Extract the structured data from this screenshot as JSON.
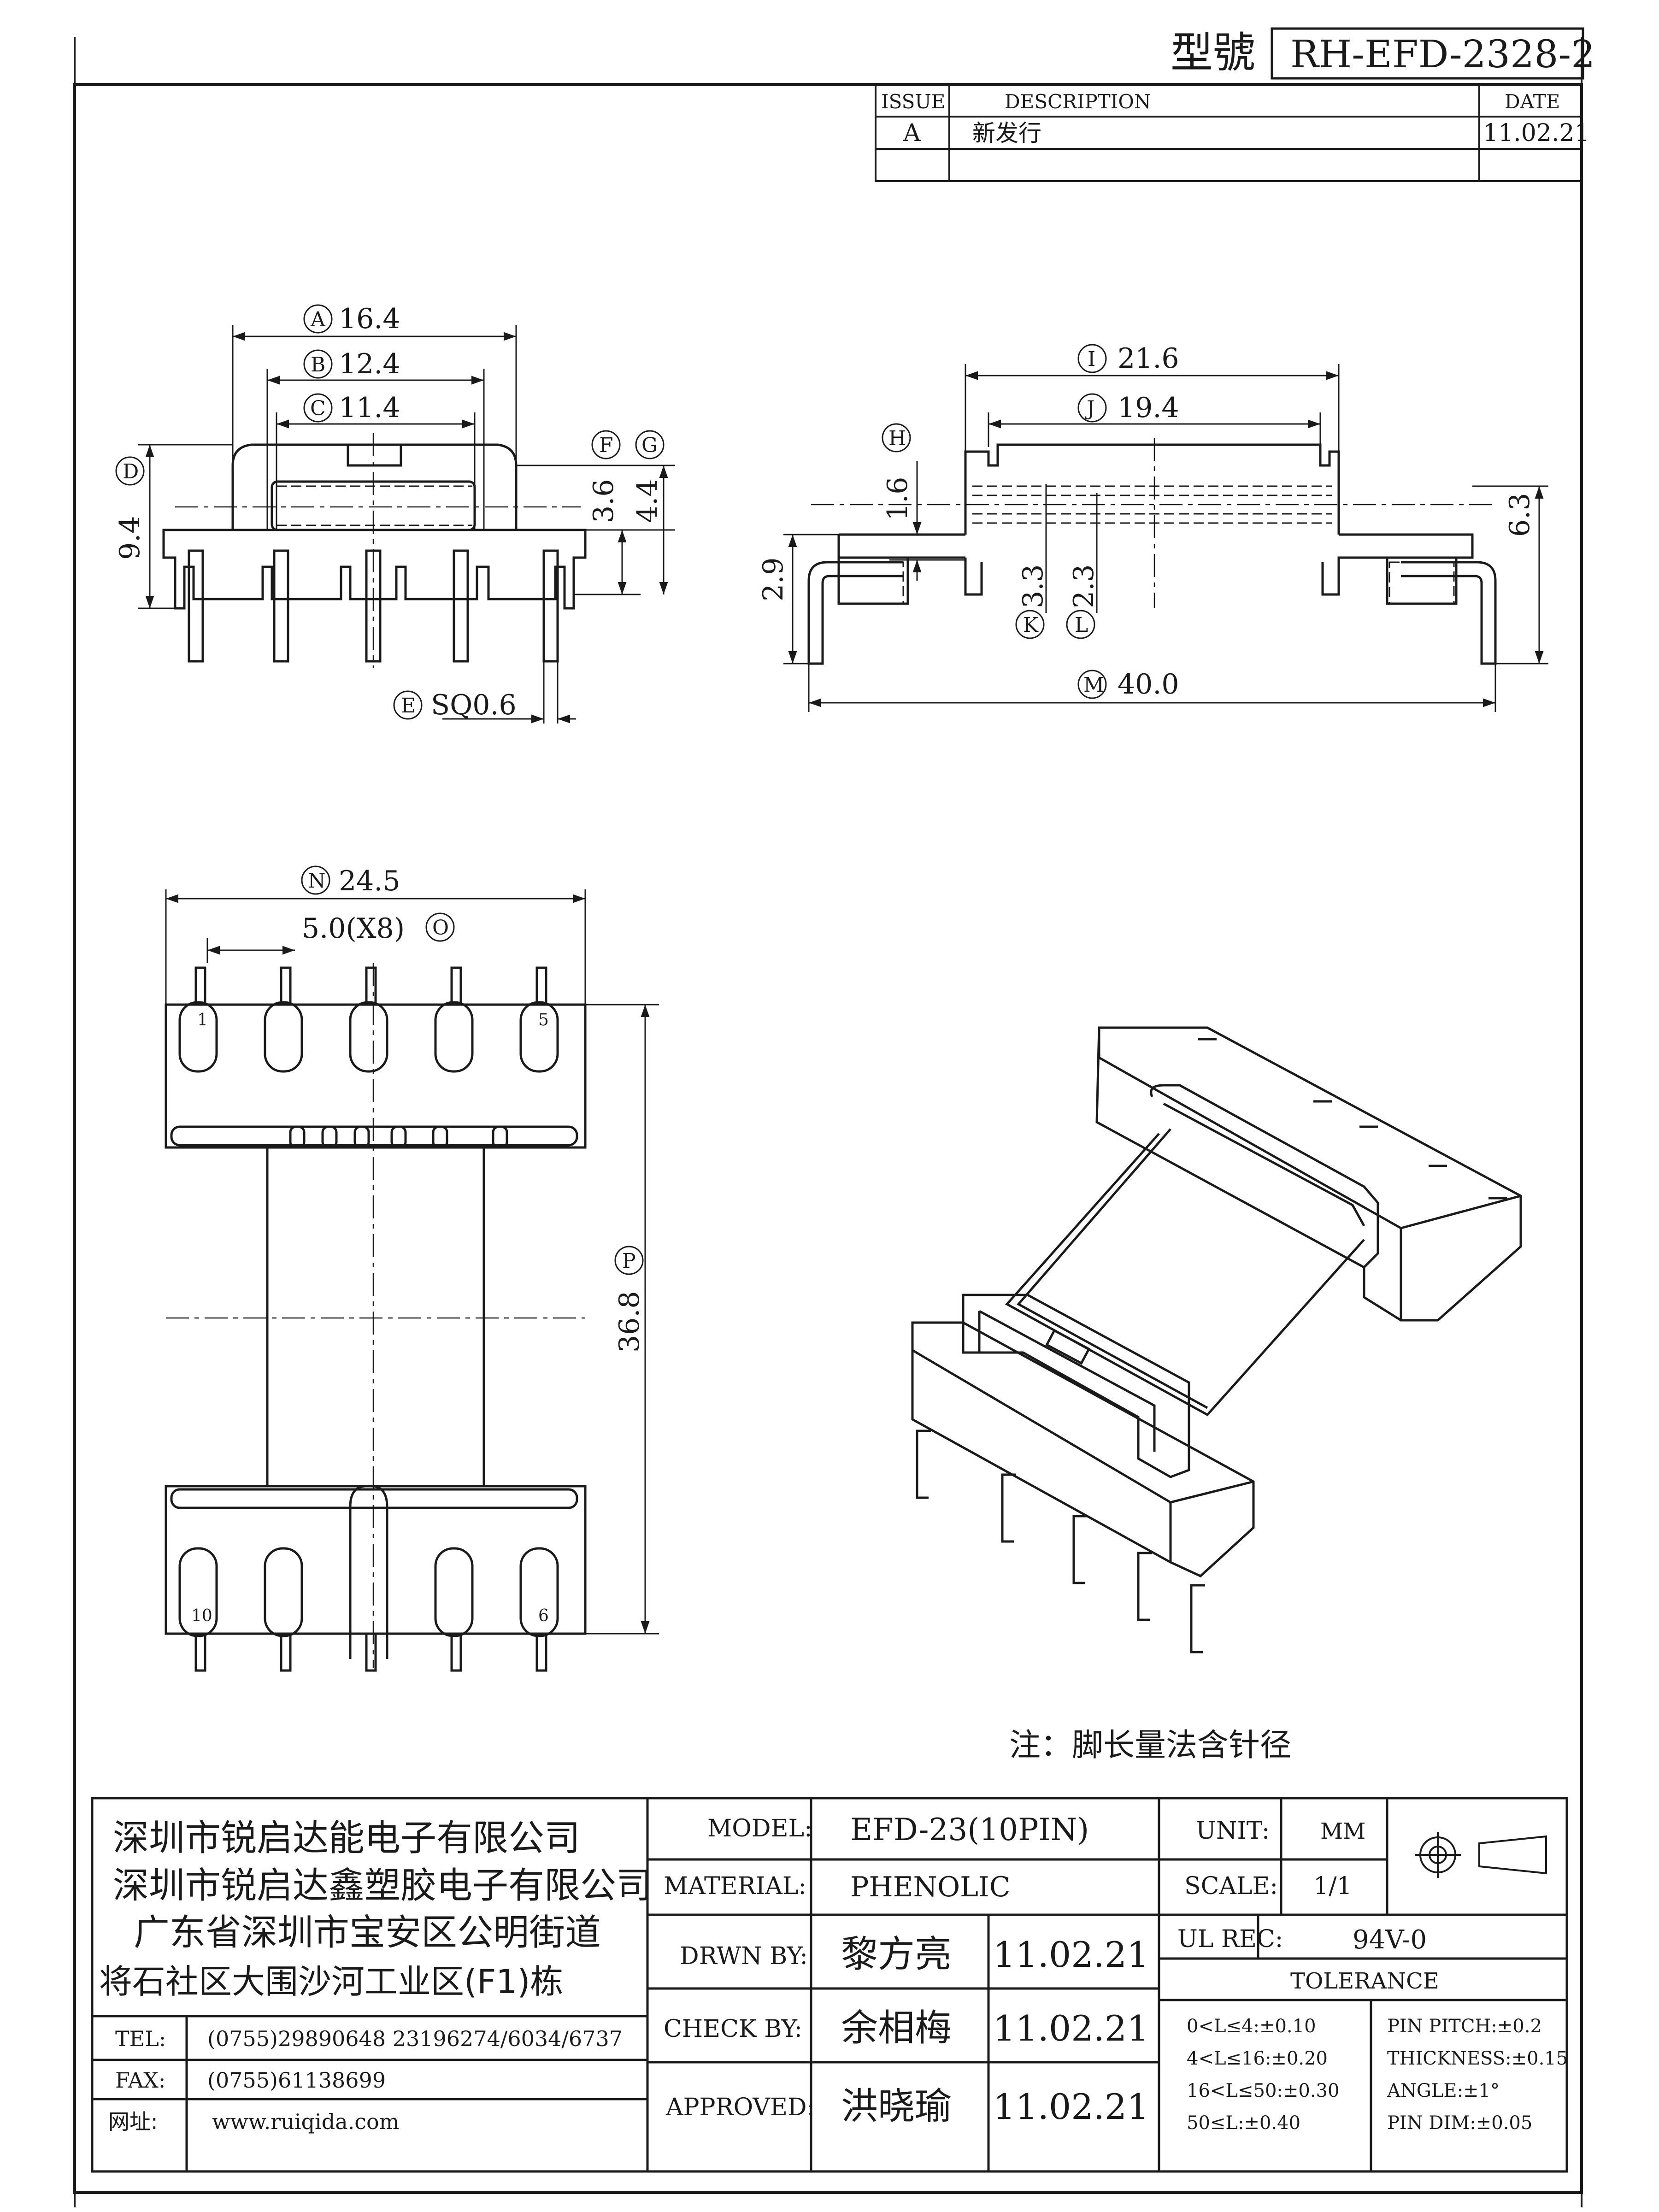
{
  "header": {
    "model_label": "型號",
    "model_code": "RH-EFD-2328-2"
  },
  "revision": {
    "col_issue": "ISSUE",
    "col_description": "DESCRIPTION",
    "col_date": "DATE",
    "rows": [
      {
        "issue": "A",
        "description": "新发行",
        "date": "11.02.21"
      }
    ]
  },
  "dims": {
    "A": "16.4",
    "B": "12.4",
    "C": "11.4",
    "D": "9.4",
    "E": "SQ0.6",
    "F": "3.6",
    "G": "4.4",
    "H": "1.6",
    "I": "21.6",
    "J": "19.4",
    "K": "3.3",
    "L": "2.3",
    "M": "40.0",
    "N": "24.5",
    "O": "5.0(X8)",
    "P": "36.8",
    "extra_29": "2.9",
    "extra_63": "6.3"
  },
  "dim_letters": {
    "A": "A",
    "B": "B",
    "C": "C",
    "D": "D",
    "E": "E",
    "F": "F",
    "G": "G",
    "H": "H",
    "I": "I",
    "J": "J",
    "K": "K",
    "L": "L",
    "M": "M",
    "N": "N",
    "O": "O",
    "P": "P"
  },
  "pins": {
    "p1": "1",
    "p5": "5",
    "p10": "10",
    "p6": "6"
  },
  "note": "注：脚长量法含针径",
  "company": {
    "line1": "深圳市锐启达能电子有限公司",
    "line2": "深圳市锐启达鑫塑胶电子有限公司",
    "line3": "广东省深圳市宝安区公明街道",
    "line4": "将石社区大围沙河工业区(F1)栋",
    "tel_label": "TEL:",
    "tel": "(0755)29890648  23196274/6034/6737",
    "fax_label": "FAX:",
    "fax": "(0755)61138699",
    "web_label": "网址:",
    "web": "www.ruiqida.com"
  },
  "titleblock": {
    "model_label": "MODEL:",
    "model": "EFD-23(10PIN)",
    "material_label": "MATERIAL:",
    "material": "PHENOLIC",
    "drawn_label": "DRWN BY:",
    "drawn_name": "黎方亮",
    "drawn_date": "11.02.21",
    "check_label": "CHECK BY:",
    "check_name": "余相梅",
    "check_date": "11.02.21",
    "approved_label": "APPROVED:",
    "approved_name": "洪晓瑜",
    "approved_date": "11.02.21",
    "unit_label": "UNIT:",
    "unit": "MM",
    "scale_label": "SCALE:",
    "scale": "1/1",
    "ul_label": "UL REC:",
    "ul": "94V-0",
    "tolerance_label": "TOLERANCE",
    "tol1": "0<L≤4:±0.10",
    "tol2": "4<L≤16:±0.20",
    "tol3": "16<L≤50:±0.30",
    "tol4": "50≤L:±0.40",
    "tol5": "PIN PITCH:±0.2",
    "tol6": "THICKNESS:±0.15",
    "tol7": "ANGLE:±1°",
    "tol8": "PIN DIM:±0.05"
  }
}
